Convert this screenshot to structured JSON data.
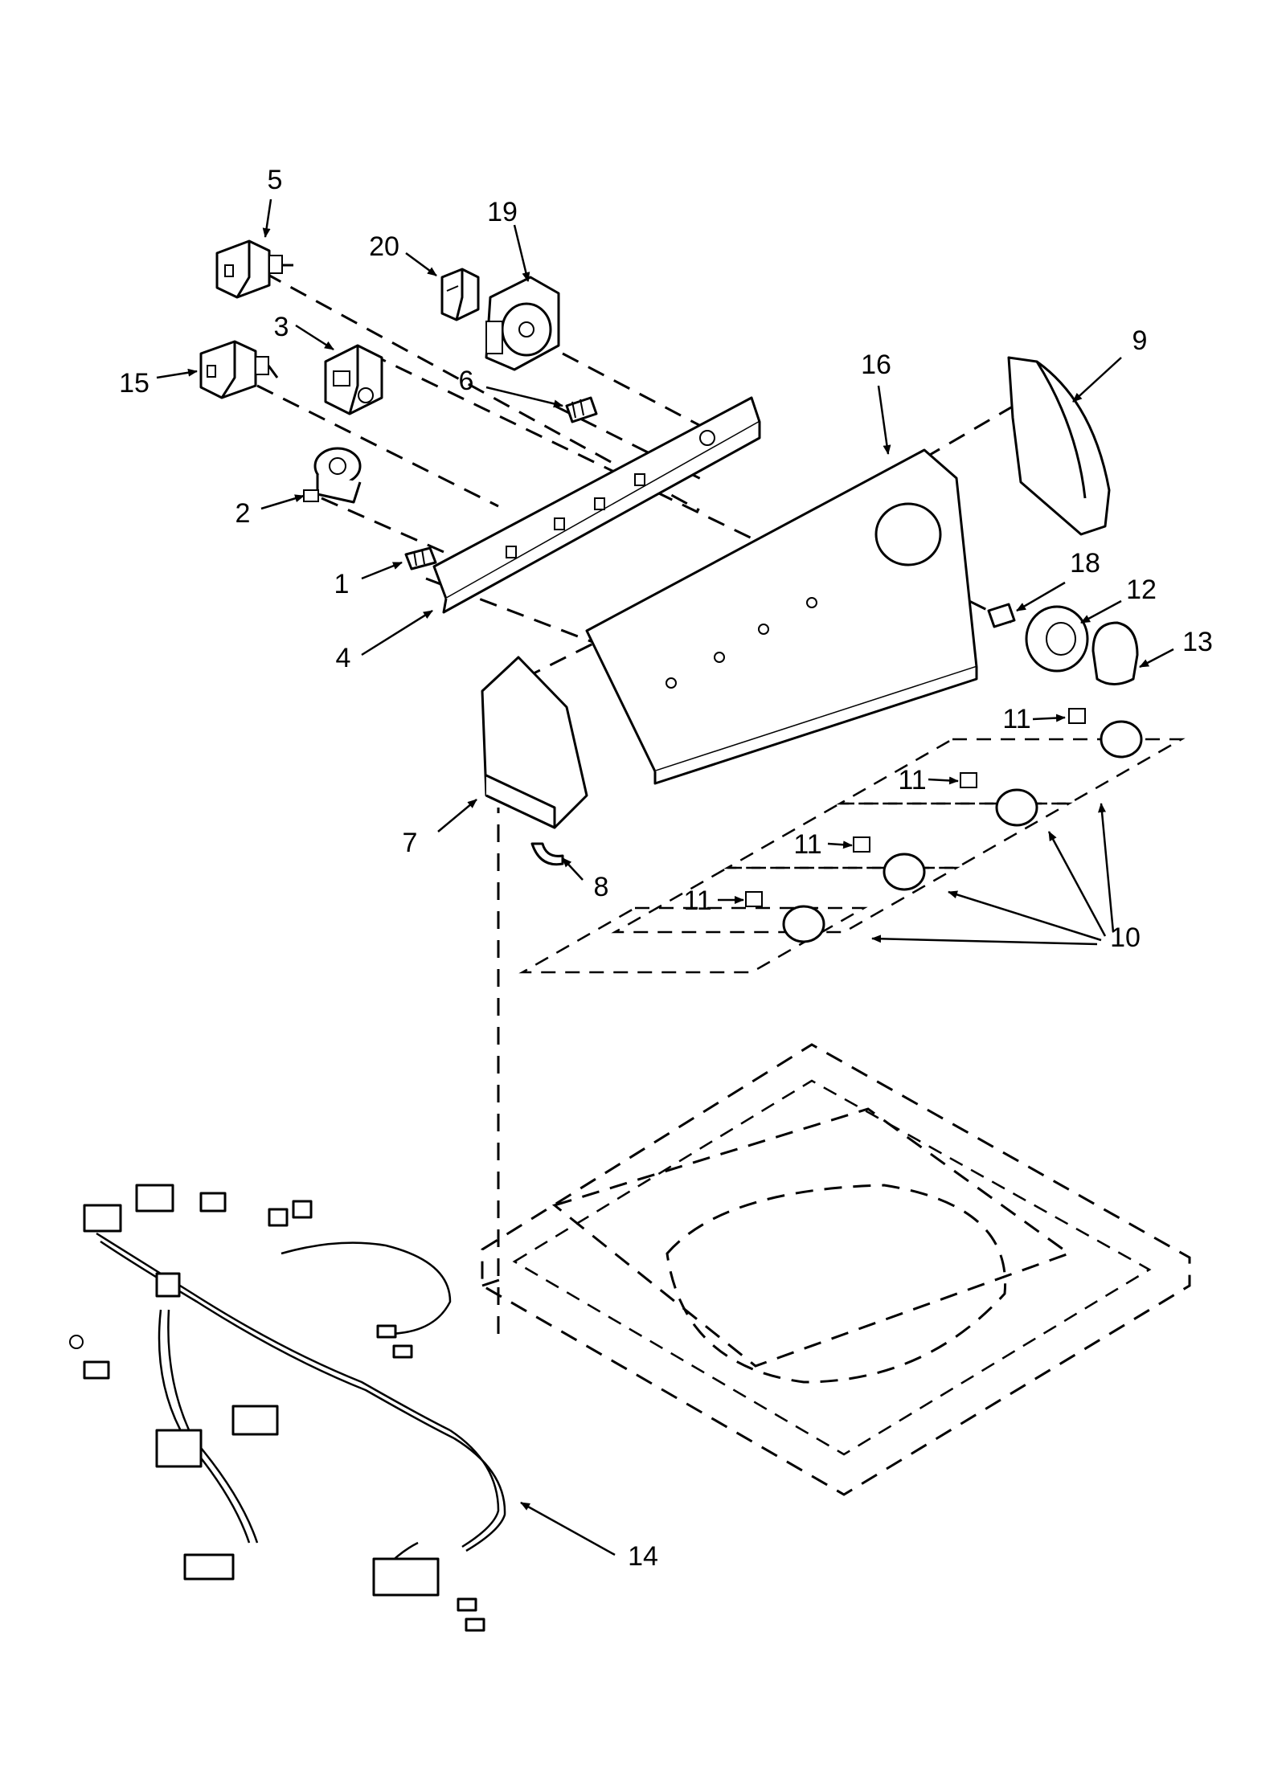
{
  "diagram": {
    "callouts": [
      "1",
      "2",
      "3",
      "4",
      "5",
      "6",
      "7",
      "8",
      "9",
      "10",
      "11",
      "12",
      "13",
      "14",
      "15",
      "16",
      "18",
      "19",
      "20"
    ]
  }
}
